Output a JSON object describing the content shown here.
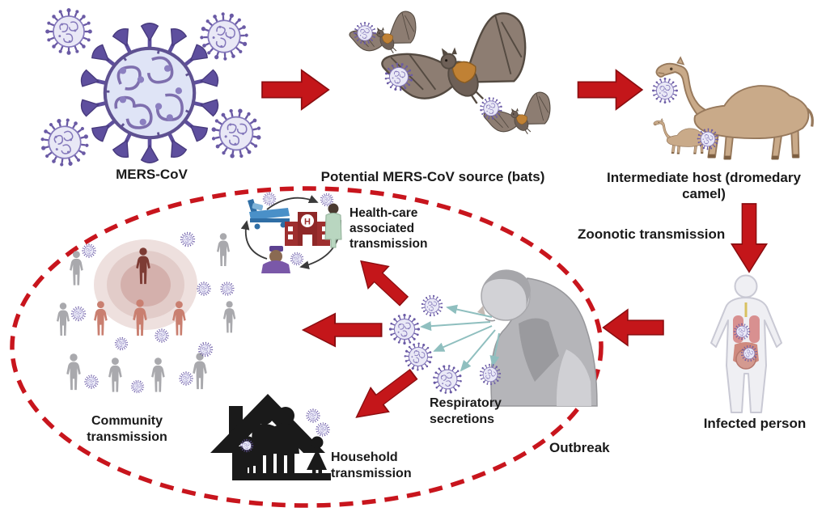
{
  "labels": {
    "mers_cov": "MERS-CoV",
    "bats_source": "Potential MERS-CoV source (bats)",
    "intermediate_host": "Intermediate host (dromedary camel)",
    "zoonotic": "Zoonotic transmission",
    "infected_person": "Infected person",
    "healthcare": "Health-care associated transmission",
    "respiratory": "Respiratory secretions",
    "community": "Community transmission",
    "household": "Household transmission",
    "outbreak": "Outbreak"
  },
  "healthcare": {
    "hospital_letter": "H"
  },
  "colors": {
    "arrow_red": "#c4161a",
    "arrow_red_edge": "#8a0d10",
    "outbreak_dashed_red": "#c8151d",
    "virus_spike_purple": "#6a5aa5",
    "virus_body_lavender": "#e9e8f6",
    "bat_brown": "#8d7d72",
    "bat_collar_orange": "#c08134",
    "camel_tan": "#c9aa89",
    "person_gray": "#a9a9ad",
    "person_infected_red": "#c97f70",
    "person_index_dark_red": "#7d3b34",
    "house_family_black": "#1a1a1a",
    "hospital_red": "#9e2f2f",
    "bed_blue": "#4a90c8",
    "nurse_purple": "#7a58a8",
    "scrubs_green": "#b9d6c0",
    "spray_teal": "#8fbfbf",
    "text_black": "#1a1a1a"
  },
  "icons": [
    "virus-particle-icon",
    "mers-cov-virion-icon",
    "bat-icon",
    "camel-icon",
    "red-arrow-icon",
    "infected-person-icon",
    "coughing-person-icon",
    "hospital-icon",
    "hospital-bed-icon",
    "doctor-icon",
    "nurse-icon",
    "person-pictogram-icon",
    "house-family-icon",
    "outbreak-ellipse-boundary",
    "spray-arrow-icon",
    "cycle-arrow-icon"
  ]
}
